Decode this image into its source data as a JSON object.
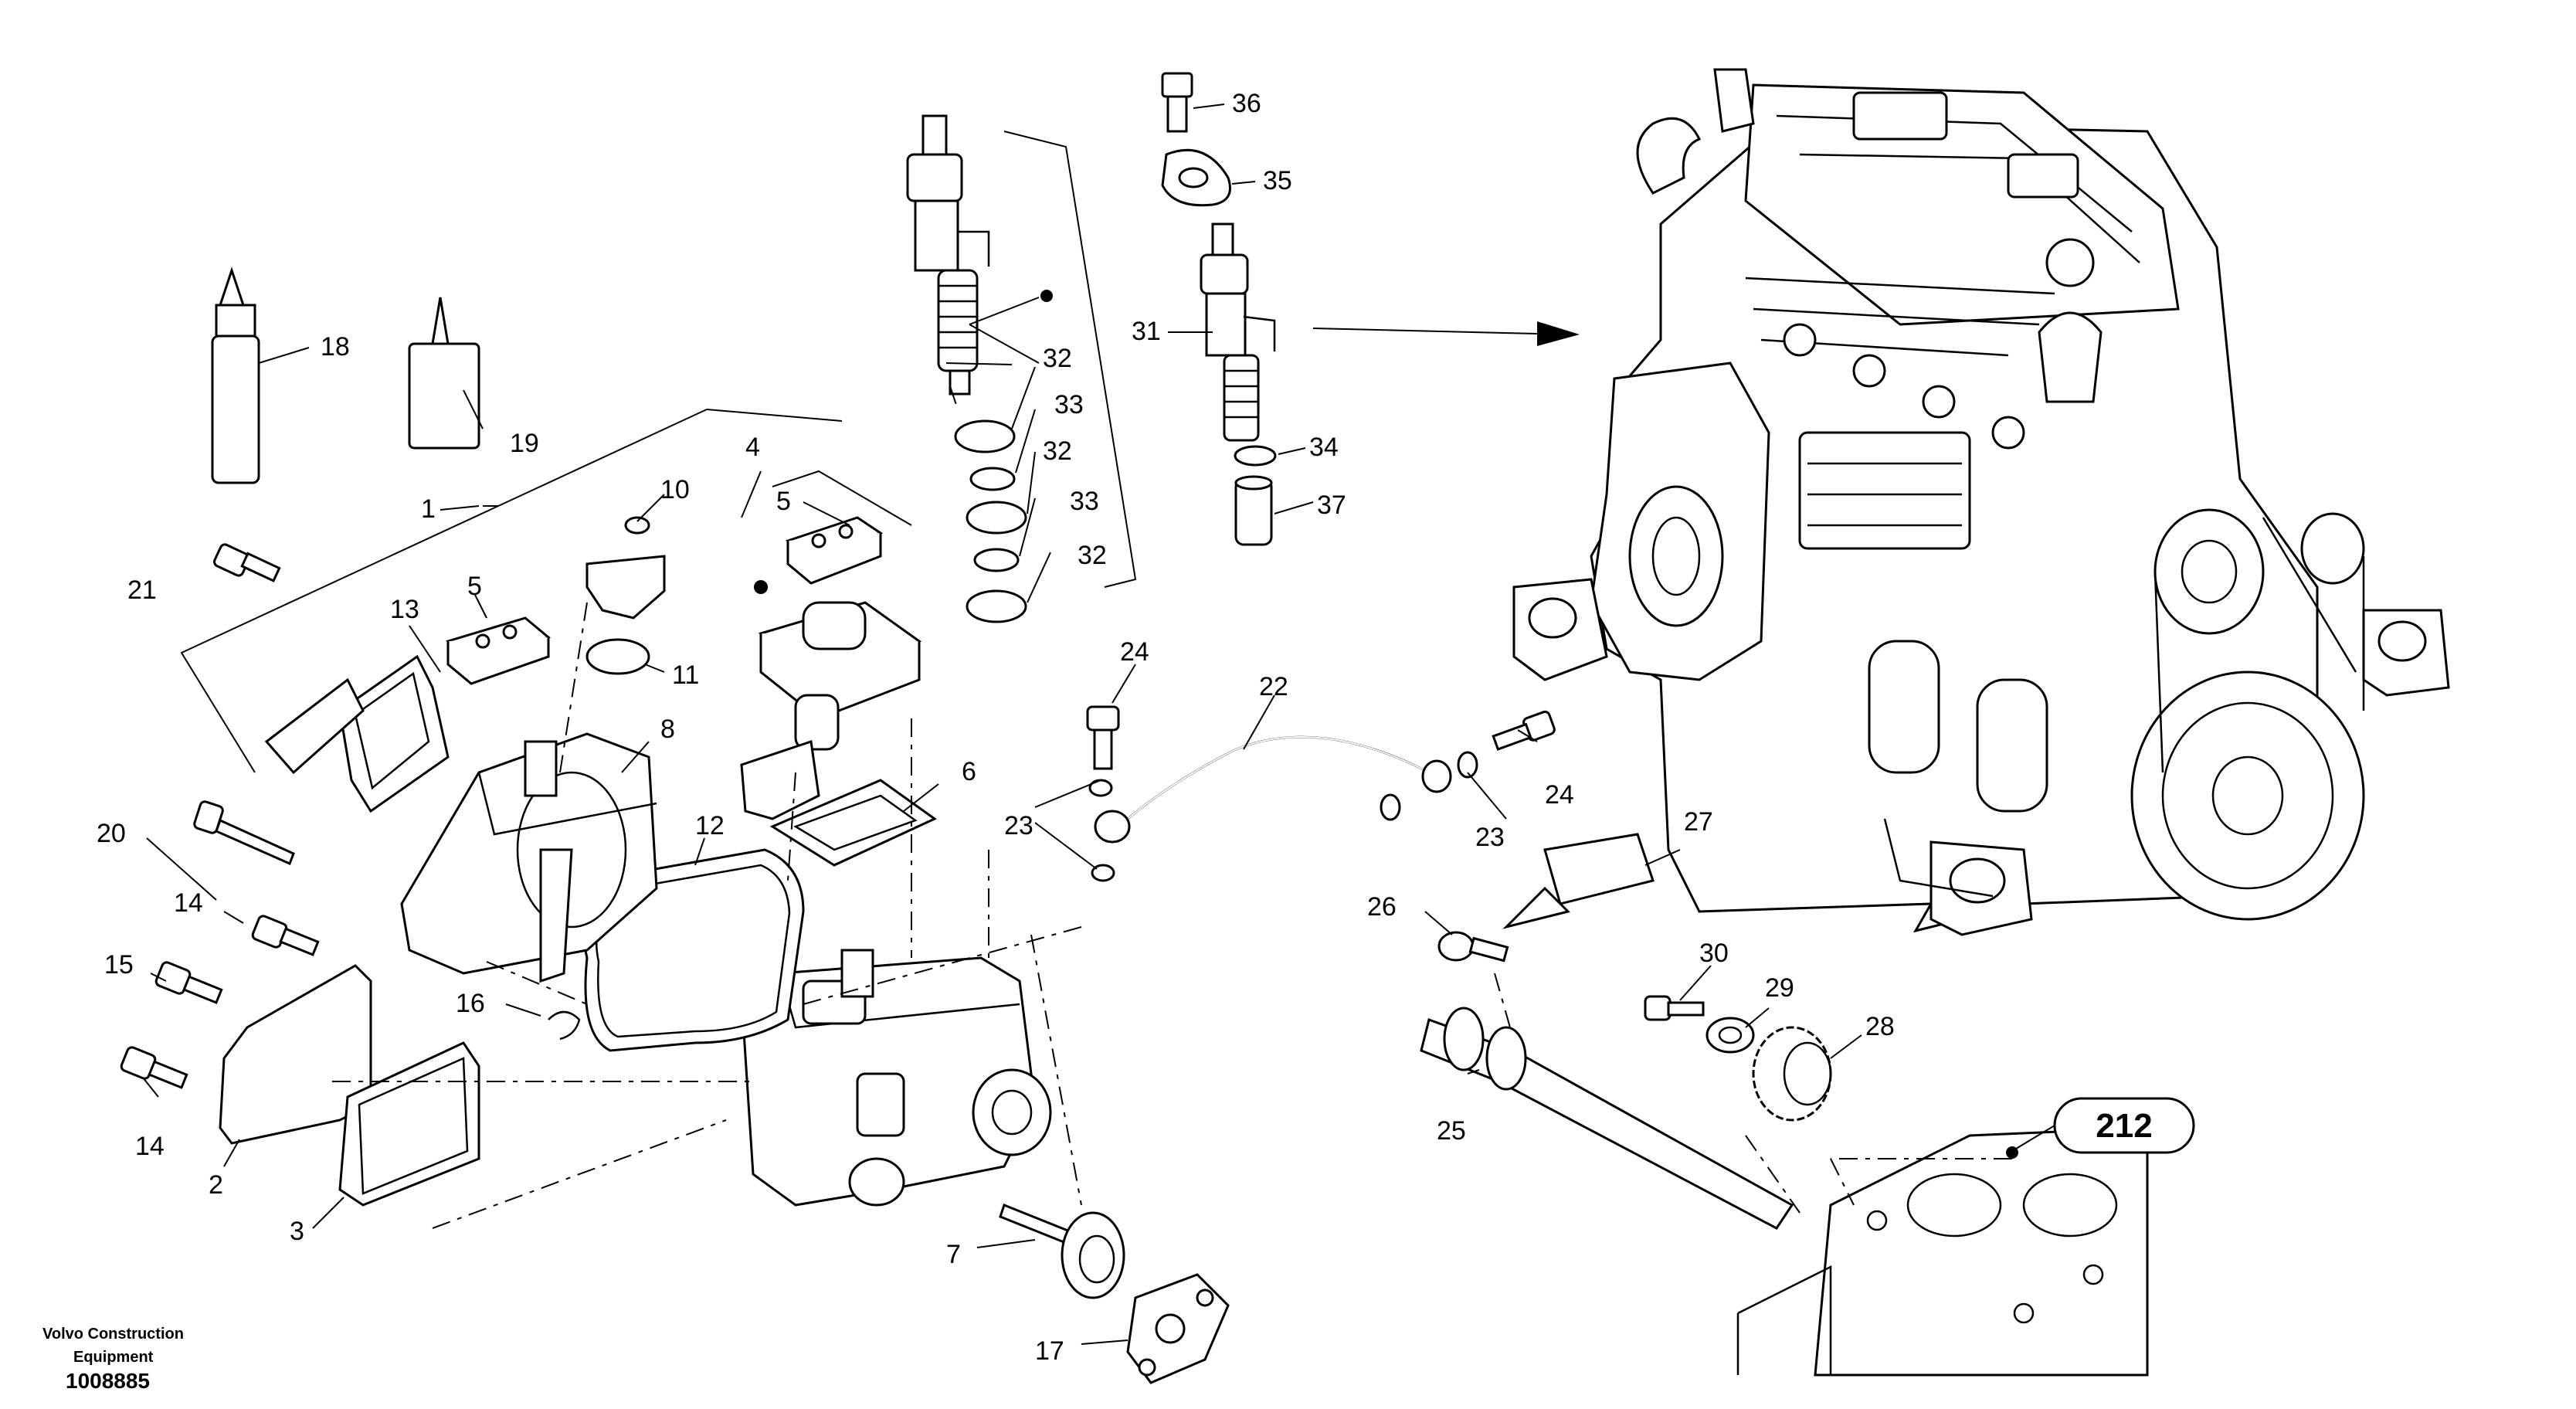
{
  "diagram": {
    "footer": {
      "brand_line1": "Volvo Construction",
      "brand_line2": "Equipment",
      "drawing_number": "1008885"
    },
    "reference_badge": "212",
    "callouts": [
      {
        "id": "c1",
        "label": "1"
      },
      {
        "id": "c2",
        "label": "2"
      },
      {
        "id": "c3",
        "label": "3"
      },
      {
        "id": "c4",
        "label": "4"
      },
      {
        "id": "c5a",
        "label": "5"
      },
      {
        "id": "c5b",
        "label": "5"
      },
      {
        "id": "c6",
        "label": "6"
      },
      {
        "id": "c7",
        "label": "7"
      },
      {
        "id": "c8",
        "label": "8"
      },
      {
        "id": "c10",
        "label": "10"
      },
      {
        "id": "c11",
        "label": "11"
      },
      {
        "id": "c12",
        "label": "12"
      },
      {
        "id": "c13",
        "label": "13"
      },
      {
        "id": "c14a",
        "label": "14"
      },
      {
        "id": "c14b",
        "label": "14"
      },
      {
        "id": "c15",
        "label": "15"
      },
      {
        "id": "c16",
        "label": "16"
      },
      {
        "id": "c17",
        "label": "17"
      },
      {
        "id": "c18",
        "label": "18"
      },
      {
        "id": "c19",
        "label": "19"
      },
      {
        "id": "c20",
        "label": "20"
      },
      {
        "id": "c21",
        "label": "21"
      },
      {
        "id": "c22",
        "label": "22"
      },
      {
        "id": "c23a",
        "label": "23"
      },
      {
        "id": "c23b",
        "label": "23"
      },
      {
        "id": "c24a",
        "label": "24"
      },
      {
        "id": "c24b",
        "label": "24"
      },
      {
        "id": "c25",
        "label": "25"
      },
      {
        "id": "c26",
        "label": "26"
      },
      {
        "id": "c27",
        "label": "27"
      },
      {
        "id": "c28",
        "label": "28"
      },
      {
        "id": "c29",
        "label": "29"
      },
      {
        "id": "c30",
        "label": "30"
      },
      {
        "id": "c31",
        "label": "31"
      },
      {
        "id": "c32a",
        "label": "32"
      },
      {
        "id": "c32b",
        "label": "32"
      },
      {
        "id": "c32c",
        "label": "32"
      },
      {
        "id": "c33a",
        "label": "33"
      },
      {
        "id": "c33b",
        "label": "33"
      },
      {
        "id": "c34",
        "label": "34"
      },
      {
        "id": "c35",
        "label": "35"
      },
      {
        "id": "c36",
        "label": "36"
      },
      {
        "id": "c37",
        "label": "37"
      }
    ]
  }
}
